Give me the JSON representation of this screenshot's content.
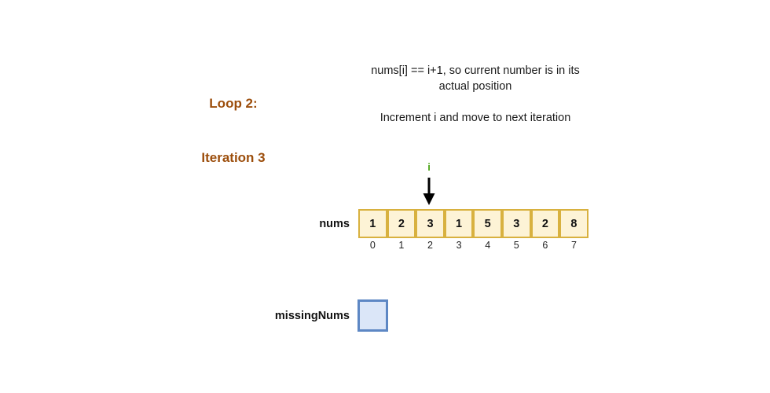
{
  "title": {
    "line1": "Loop 2:",
    "line2": "Iteration 3",
    "color": "#9c4e0c"
  },
  "description": {
    "paragraph1": "nums[i] == i+1, so current number is in its actual position",
    "paragraph2": "Increment i and move to next iteration"
  },
  "pointer": {
    "label": "i",
    "color": "#4aa314",
    "points_to_index": 2,
    "icon": "down-arrow-icon"
  },
  "nums": {
    "label": "nums",
    "values": [
      "1",
      "2",
      "3",
      "1",
      "5",
      "3",
      "2",
      "8"
    ],
    "indices": [
      "0",
      "1",
      "2",
      "3",
      "4",
      "5",
      "6",
      "7"
    ],
    "cell_fill": "#fdf3d6",
    "cell_border": "#d8b13f"
  },
  "missingNums": {
    "label": "missingNums",
    "values": [
      ""
    ],
    "cell_fill": "#dbe6f8",
    "cell_border": "#5d87c4"
  }
}
